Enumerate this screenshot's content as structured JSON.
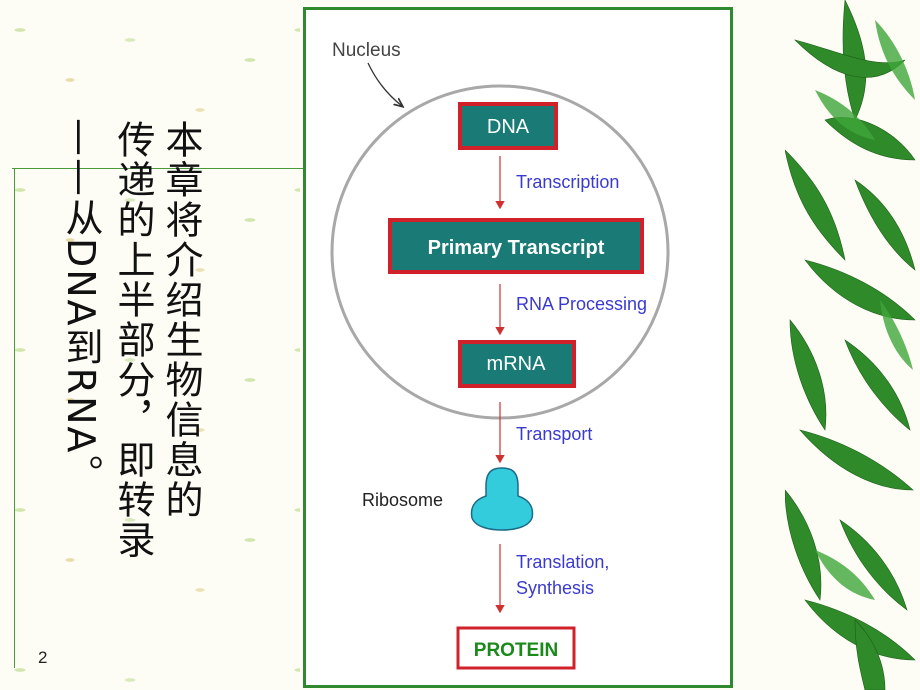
{
  "page_number": "2",
  "vertical_text": {
    "col1": "本章将介绍生物信息的",
    "col2": "传递的上半部分，即转录",
    "col3": "——从DNA到RNA。"
  },
  "diagram": {
    "nucleus_label": "Nucleus",
    "dna": "DNA",
    "transcription": "Transcription",
    "primary_transcript": "Primary Transcript",
    "rna_processing": "RNA Processing",
    "mrna": "mRNA",
    "transport": "Transport",
    "ribosome_label": "Ribosome",
    "translation": "Translation,",
    "synthesis": "Synthesis",
    "protein": "PROTEIN"
  },
  "colors": {
    "box_fill": "#1a7b76",
    "box_border": "#d0202a",
    "label_blue": "#3a3ad0",
    "arrow_red": "#d03030",
    "protein_green": "#1a8a1a",
    "ribosome_cyan": "#33ccdd"
  }
}
